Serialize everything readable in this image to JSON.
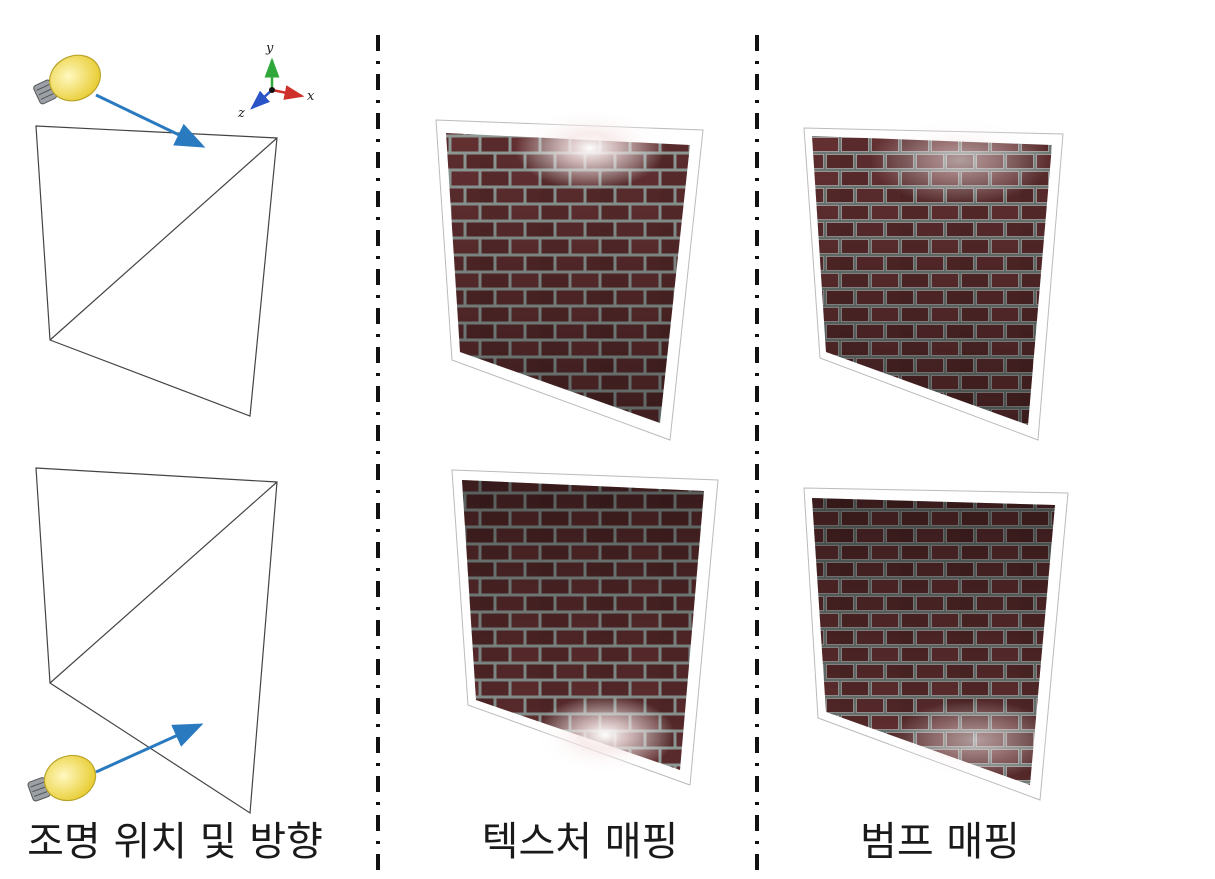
{
  "captions": {
    "light": "조명 위치 및 방향",
    "texture": "텍스처 매핑",
    "bump": "범프 매핑"
  },
  "axes": {
    "x": "x",
    "y": "y",
    "z": "z"
  },
  "colors": {
    "brick": "#5a2b2c",
    "mortar": "#8f9a96",
    "light_arrow": "#2a7ac0",
    "bulb": "#f3e26a",
    "axis_x": "#d0302a",
    "axis_y": "#2ea83a",
    "axis_z": "#2a55c8"
  },
  "panels": [
    {
      "name": "texture-mapping-top",
      "light": "top"
    },
    {
      "name": "bump-mapping-top",
      "light": "top"
    },
    {
      "name": "texture-mapping-bottom",
      "light": "bottom"
    },
    {
      "name": "bump-mapping-bottom",
      "light": "bottom"
    }
  ]
}
